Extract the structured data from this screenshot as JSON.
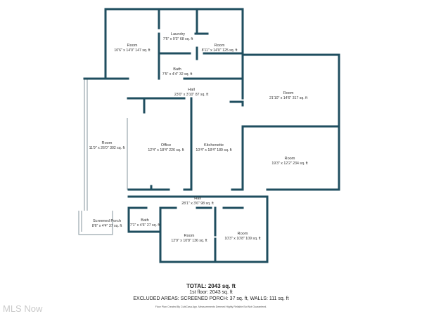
{
  "rooms": [
    {
      "name": "Room",
      "dims": "10'6\" x 14'0\" 147 sq. ft"
    },
    {
      "name": "Laundry",
      "dims": "7'5\" x 9'3\" 68 sq. ft"
    },
    {
      "name": "Room",
      "dims": "8'11\" x 14'0\" 125 sq. ft"
    },
    {
      "name": "Bath",
      "dims": "7'5\" x 4'4\" 32 sq. ft"
    },
    {
      "name": "Hall",
      "dims": "23'0\" x 3'10\" 87 sq. ft"
    },
    {
      "name": "Room",
      "dims": "21'10\" x 14'6\" 317 sq. ft"
    },
    {
      "name": "Room",
      "dims": "11'9\" x 26'0\" 302 sq. ft"
    },
    {
      "name": "Office",
      "dims": "12'4\" x 18'4\" 226 sq. ft"
    },
    {
      "name": "Kitchenette",
      "dims": "10'4\" x 18'4\" 189 sq. ft"
    },
    {
      "name": "Room",
      "dims": "19'3\" x 12'2\" 234 sq. ft"
    },
    {
      "name": "Hall",
      "dims": "28'1\" x 3'6\" 98 sq. ft"
    },
    {
      "name": "Screened Porch",
      "dims": "8'6\" x 4'4\" 37 sq. ft"
    },
    {
      "name": "Bath",
      "dims": "7'1\" x 4'6\" 27 sq. ft"
    },
    {
      "name": "Room",
      "dims": "12'9\" x 10'8\" 136 sq. ft"
    },
    {
      "name": "Room",
      "dims": "10'3\" x 10'8\" 109 sq. ft"
    }
  ],
  "summary": {
    "total": "TOTAL: 2043 sq. ft",
    "floor": "1st floor: 2043 sq. ft",
    "excluded": "EXCLUDED AREAS: SCREENED PORCH: 37 sq. ft, WALLS: 111 sq. ft",
    "credit": "Floor Plan Created By CubiCasa App. Measurements Deemed Highly Reliable But Not Guaranteed."
  },
  "watermark": "MLS Now",
  "colors": {
    "wall": "#1f4e5f",
    "window": "#9aa7ad",
    "background": "#ffffff"
  }
}
